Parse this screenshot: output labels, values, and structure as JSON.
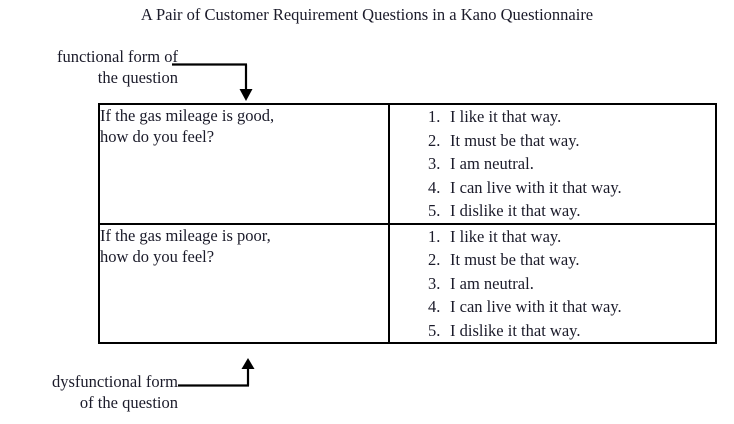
{
  "figure": {
    "title": "A Pair of Customer Requirement Questions in a Kano Questionnaire",
    "background_color": "#ffffff",
    "text_color": "#1b1b2a",
    "line_color": "#000000"
  },
  "callouts": {
    "functional": {
      "line1": "functional form of",
      "line2": "the question"
    },
    "dysfunctional": {
      "line1": "dysfunctional form",
      "line2": "of the question"
    }
  },
  "table": {
    "rows": [
      {
        "question_line1": "If the gas mileage is good,",
        "question_line2": "how do you feel?",
        "answers": [
          {
            "num": "1.",
            "text": "I like it that way."
          },
          {
            "num": "2.",
            "text": "It must be that way."
          },
          {
            "num": "3.",
            "text": "I am neutral."
          },
          {
            "num": "4.",
            "text": "I can live with it that way."
          },
          {
            "num": "5.",
            "text": "I dislike it that way."
          }
        ]
      },
      {
        "question_line1": "If the gas mileage is poor,",
        "question_line2": "how do you feel?",
        "answers": [
          {
            "num": "1.",
            "text": "I like it that way."
          },
          {
            "num": "2.",
            "text": "It must be that way."
          },
          {
            "num": "3.",
            "text": "I am neutral."
          },
          {
            "num": "4.",
            "text": "I can live with it that way."
          },
          {
            "num": "5.",
            "text": "I dislike it that way."
          }
        ]
      }
    ]
  }
}
